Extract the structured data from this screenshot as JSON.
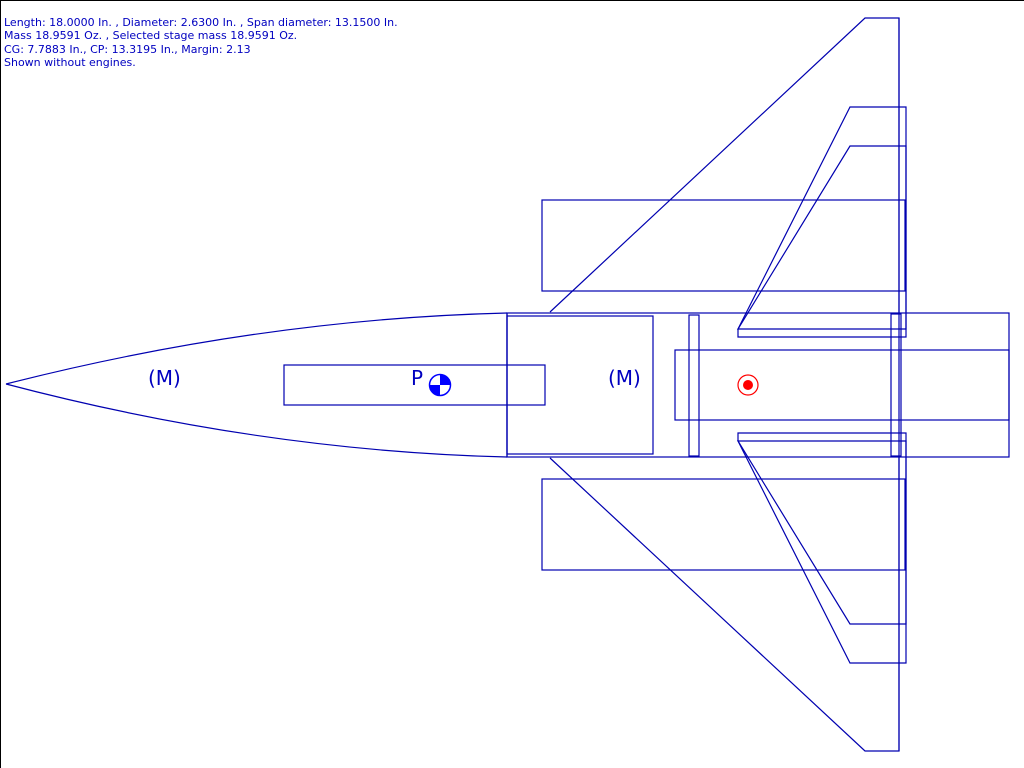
{
  "info": {
    "line1": "Length: 18.0000 In. , Diameter: 2.6300 In. , Span diameter: 13.1500 In.",
    "line2": "Mass 18.9591 Oz. , Selected stage mass 18.9591 Oz.",
    "line3": "CG: 7.7883 In., CP: 13.3195 In., Margin: 2.13",
    "line4": "Shown without engines."
  },
  "labels": {
    "mass_nose": "(M)",
    "mass_body": "(M)",
    "cp_letter": "P"
  },
  "colors": {
    "outline": "#0000b0",
    "cg": "#ff0000",
    "cp": "#0000ff"
  }
}
